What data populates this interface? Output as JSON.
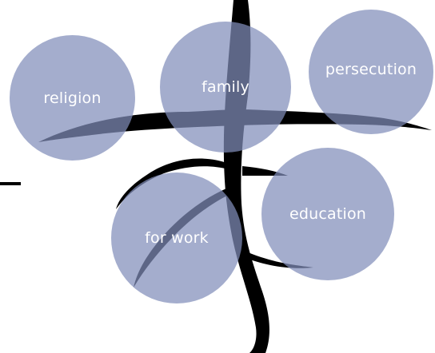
{
  "colors": {
    "bubble_fill": "#818DBA",
    "bubble_text": "#FFFFFF",
    "branches": "#000000",
    "background": "#FFFFFF"
  },
  "circles": [
    {
      "label": "religion"
    },
    {
      "label": "family"
    },
    {
      "label": "persecution"
    },
    {
      "label": "education"
    },
    {
      "label": "for work"
    }
  ]
}
